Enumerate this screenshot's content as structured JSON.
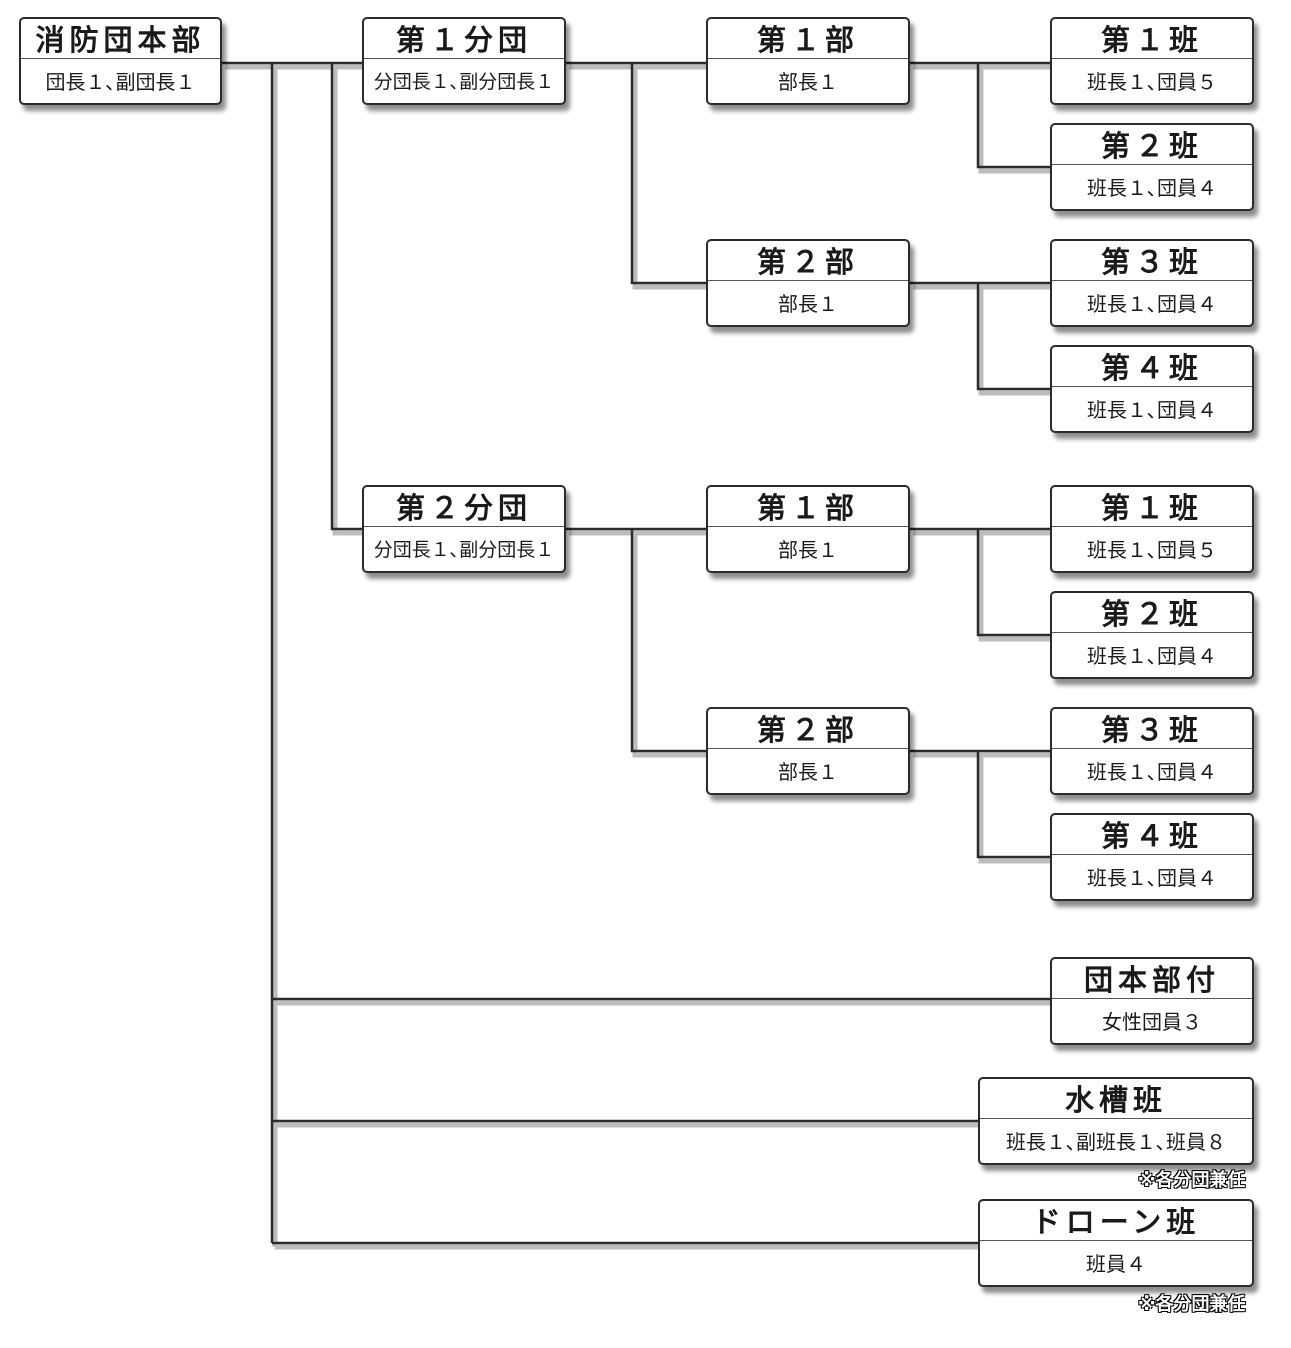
{
  "nodes": {
    "hq": {
      "title": "消防団本部",
      "sub": "団長１､副団長１"
    },
    "d1": {
      "title": "第１分団",
      "sub": "分団長１､副分団長１"
    },
    "d1_b1": {
      "title": "第１部",
      "sub": "部長１"
    },
    "d1_b1_h1": {
      "title": "第１班",
      "sub": "班長１､団員５"
    },
    "d1_b1_h2": {
      "title": "第２班",
      "sub": "班長１､団員４"
    },
    "d1_b2": {
      "title": "第２部",
      "sub": "部長１"
    },
    "d1_b2_h3": {
      "title": "第３班",
      "sub": "班長１､団員４"
    },
    "d1_b2_h4": {
      "title": "第４班",
      "sub": "班長１､団員４"
    },
    "d2": {
      "title": "第２分団",
      "sub": "分団長１､副分団長１"
    },
    "d2_b1": {
      "title": "第１部",
      "sub": "部長１"
    },
    "d2_b1_h1": {
      "title": "第１班",
      "sub": "班長１､団員５"
    },
    "d2_b1_h2": {
      "title": "第２班",
      "sub": "班長１､団員４"
    },
    "d2_b2": {
      "title": "第２部",
      "sub": "部長１"
    },
    "d2_b2_h3": {
      "title": "第３班",
      "sub": "班長１､団員４"
    },
    "d2_b2_h4": {
      "title": "第４班",
      "sub": "班長１､団員４"
    },
    "attached": {
      "title": "団本部付",
      "sub": "女性団員３"
    },
    "water": {
      "title": "水槽班",
      "sub": "班長１､副班長１､班員８"
    },
    "drone": {
      "title": "ドローン班",
      "sub": "班員４"
    }
  },
  "notes": {
    "water": "※各分団兼任",
    "drone": "※各分団兼任"
  }
}
